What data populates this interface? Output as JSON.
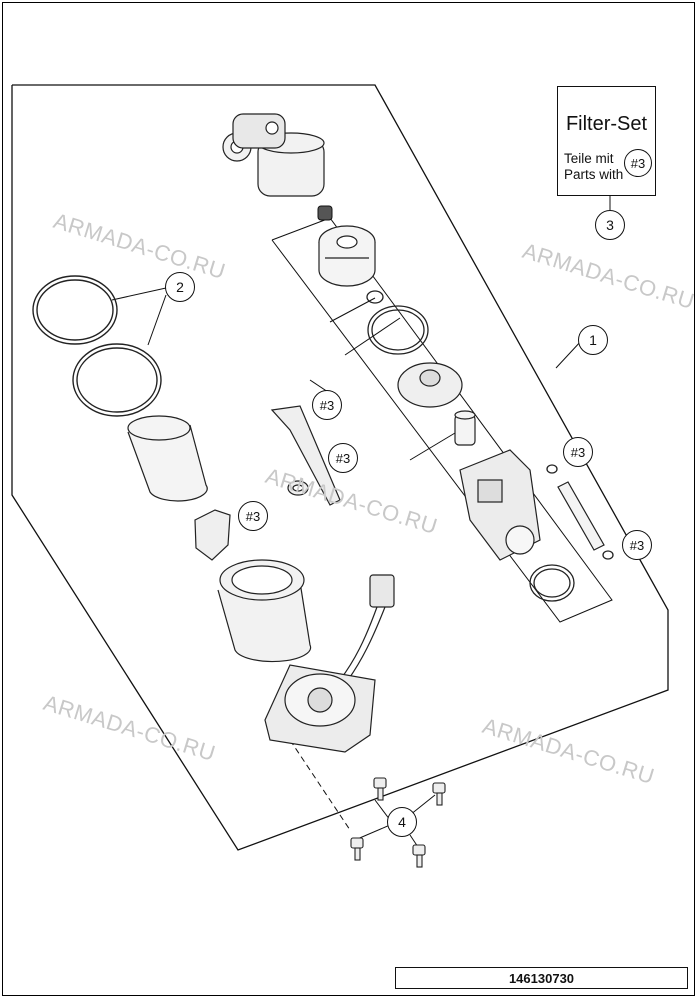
{
  "filter_set": {
    "title": "Filter-Set",
    "line1": "Teile mit",
    "line2": "Parts with",
    "ref": "#3"
  },
  "callouts": {
    "c1": "1",
    "c2": "2",
    "c3": "3",
    "c4": "4",
    "ref_a": "#3",
    "ref_b": "#3",
    "ref_c": "#3",
    "ref_d": "#3",
    "ref_e": "#3"
  },
  "watermark": "ARMADA-CO.RU",
  "part_number": "146130730"
}
